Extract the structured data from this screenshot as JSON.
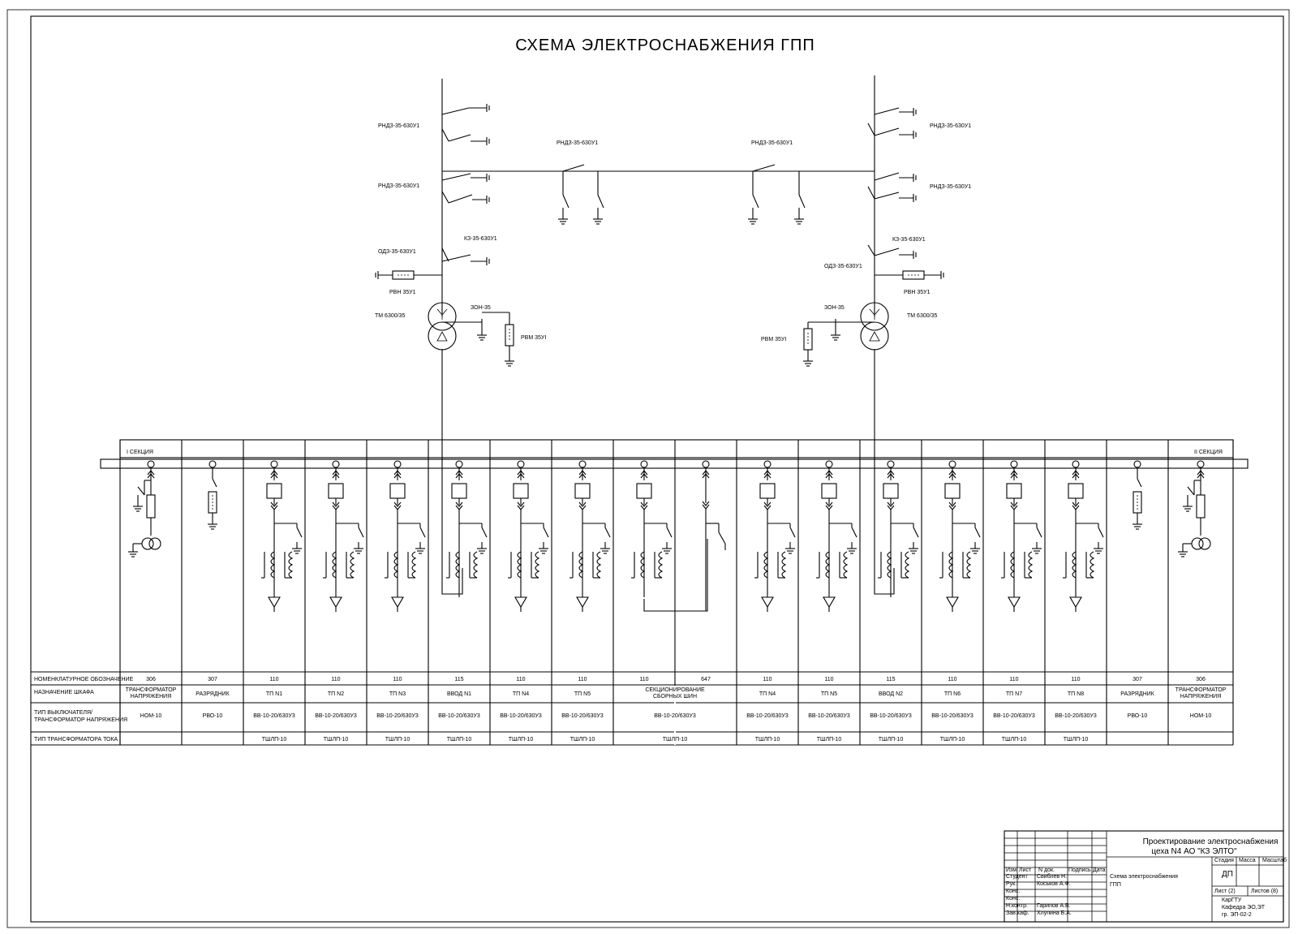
{
  "title": "СХЕМА ЭЛЕКТРОСНАБЖЕНИЯ ГПП",
  "labels": {
    "rnd_left_upper": "РНДЗ-35-630У1",
    "rnd_left_lower": "РНДЗ-35-630У1",
    "rnd_right_upper": "РНДЗ-35-630У1",
    "rnd_right_lower": "РНДЗ-35-630У1",
    "rnd_bridge_left": "РНДЗ-35-630У1",
    "rnd_bridge_right": "РНДЗ-35-630У1",
    "od_left": "ОДЗ-35-630У1",
    "od_right": "ОДЗ-35-630У1",
    "kz_left": "КЗ-35-630У1",
    "kz_right": "КЗ-35-630У1",
    "rvn_left": "РВН 35У1",
    "rvn_right": "РВН 35У1",
    "tr_left": "ТМ 6300/35",
    "tr_right": "ТМ 6300/35",
    "zon_left": "ЗОН-35",
    "zon_right": "ЗОН-35",
    "rvm_left": "РВМ 35УI",
    "rvm_right": "РВМ 35УI",
    "section_1": "I СЕКЦИЯ",
    "section_2": "II СЕКЦИЯ"
  },
  "table": {
    "row_headers": [
      "НОМЕНКЛАТУРНОЕ ОБОЗНАЧЕНИЕ",
      "НАЗНАЧЕНИЕ ШКАФА",
      "ТИП ВЫКЛЮЧАТЕЛЯ/ ТРАНСФОРМАТОР НАПРЯЖЕНИЯ",
      "ТИП ТРАНСФОРМАТОРА ТОКА"
    ],
    "row_headers_lines": [
      [
        "НОМЕНКЛАТУРНОЕ ОБОЗНАЧЕНИЕ"
      ],
      [
        "НАЗНАЧЕНИЕ ШКАФА"
      ],
      [
        "ТИП ВЫКЛЮЧАТЕЛЯ/",
        "ТРАНСФОРМАТОР НАПРЯЖЕНИЯ"
      ],
      [
        "ТИП ТРАНСФОРМАТОРА ТОКА"
      ]
    ],
    "nomenclature": [
      "306",
      "307",
      "110",
      "110",
      "110",
      "115",
      "110",
      "110",
      "110",
      "647",
      "110",
      "110",
      "115",
      "110",
      "110",
      "110",
      "307",
      "306"
    ],
    "purpose": [
      [
        "ТРАНСФОРМАТОР",
        "НАПРЯЖЕНИЯ"
      ],
      [
        "РАЗРЯДНИК"
      ],
      [
        "ТП N1"
      ],
      [
        "ТП N2"
      ],
      [
        "ТП N3"
      ],
      [
        "ВВОД N1"
      ],
      [
        "ТП N4"
      ],
      [
        "ТП N5"
      ],
      [
        "СЕКЦИОНИРОВАНИЕ",
        "СБОРНЫХ ШИН"
      ],
      [
        "ТП N4"
      ],
      [
        "ТП N5"
      ],
      [
        "ВВОД N2"
      ],
      [
        "ТП N6"
      ],
      [
        "ТП N7"
      ],
      [
        "ТП N8"
      ],
      [
        "РАЗРЯДНИК"
      ],
      [
        "ТРАНСФОРМАТОР",
        "НАПРЯЖЕНИЯ"
      ]
    ],
    "breaker": [
      "НОМ-10",
      "РВО-10",
      "ВВ-10-20/630У3",
      "ВВ-10-20/630У3",
      "ВВ-10-20/630У3",
      "ВВ-10-20/630У3",
      "ВВ-10-20/630У3",
      "ВВ-10-20/630У3",
      "ВВ-10-20/630У3",
      "ВВ-10-20/630У3",
      "ВВ-10-20/630У3",
      "ВВ-10-20/630У3",
      "ВВ-10-20/630У3",
      "ВВ-10-20/630У3",
      "ВВ-10-20/630У3",
      "РВО-10",
      "НОМ-10"
    ],
    "ct": [
      "",
      "",
      "ТШЛП-10",
      "ТШЛП-10",
      "ТШЛП-10",
      "ТШЛП-10",
      "ТШЛП-10",
      "ТШЛП-10",
      "ТШЛП-10",
      "ТШЛП-10",
      "ТШЛП-10",
      "ТШЛП-10",
      "ТШЛП-10",
      "ТШЛП-10",
      "ТШЛП-10",
      "",
      ""
    ]
  },
  "stamp": {
    "project_title_1": "Проектирование электроснабжения",
    "project_title_2": "цеха N4 АО \"КЗ ЭЛТО\"",
    "sheet_title_1": "Схема электроснабжения",
    "sheet_title_2": "ГПП",
    "col_izm": "Изм",
    "col_list": "Лист",
    "col_doc": "N док.",
    "col_podp": "Подпись",
    "col_data": "Дата",
    "role_student": "Студент",
    "name_student": "Свиблев Н.",
    "role_ruk": "Рук.",
    "name_ruk": "Коськов А.Ф.",
    "role_kons1": "Конс.",
    "role_kons2": "Конс.",
    "role_nkontr": "Н.контр.",
    "name_nkontr": "Гарипов А.В.",
    "role_zavkaf": "Зав.каф.",
    "name_zavkaf": "Хлупина Б.А.",
    "stadia": "Стадия",
    "massa": "Масса",
    "masshtab": "Масштаб",
    "stage_value": "ДП",
    "sheet_no": "Лист (2)",
    "sheets_total": "Листов (8)",
    "org_1": "КарГТУ",
    "org_2": "Кафедра ЭО,ЭТ",
    "org_3": "гр. ЭП-02-2"
  }
}
